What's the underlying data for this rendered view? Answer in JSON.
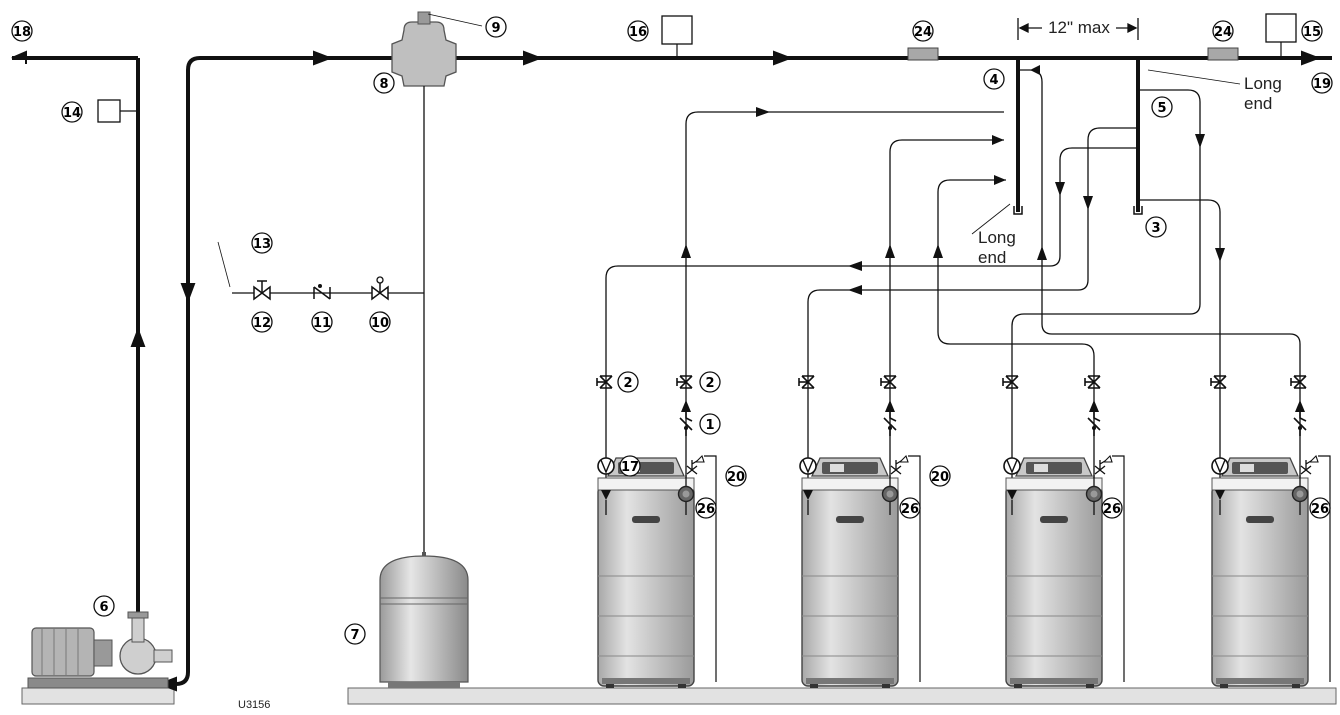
{
  "diagram": {
    "figure_code": "U3156",
    "dimension_label": "12\" max",
    "long_end_label_right": [
      "Long",
      "end"
    ],
    "long_end_label_left": [
      "Long",
      "end"
    ],
    "callouts": {
      "c1": "1",
      "c2a": "2",
      "c2b": "2",
      "c3": "3",
      "c4": "4",
      "c5": "5",
      "c6": "6",
      "c7": "7",
      "c8": "8",
      "c9": "9",
      "c10": "10",
      "c11": "11",
      "c12": "12",
      "c13": "13",
      "c14": "14",
      "c15": "15",
      "c16": "16",
      "c17": "17",
      "c18": "18",
      "c19": "19",
      "c20a": "20",
      "c20b": "20",
      "c24a": "24",
      "c24b": "24",
      "c26a": "26",
      "c26b": "26",
      "c26c": "26",
      "c26d": "26"
    }
  }
}
